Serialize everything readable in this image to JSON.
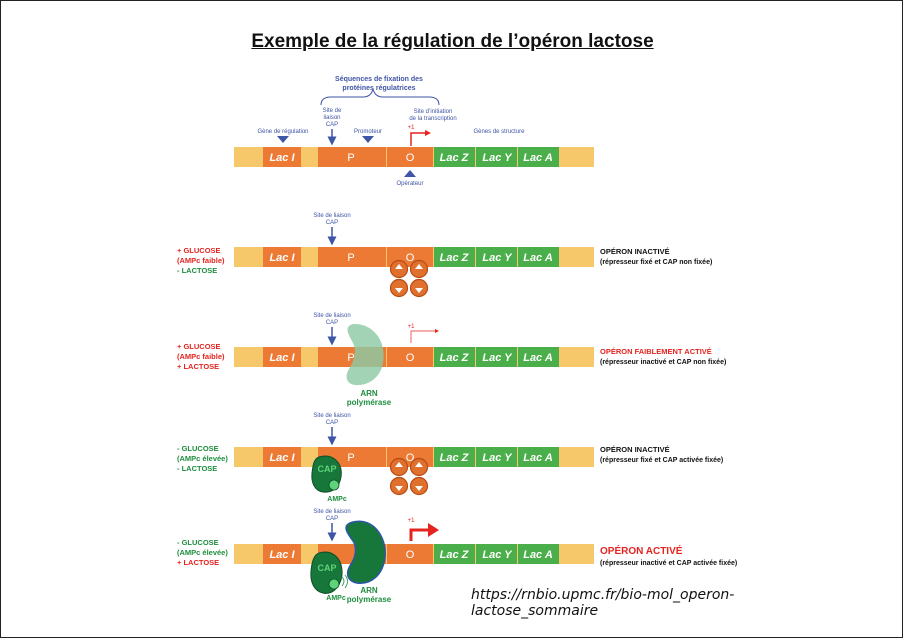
{
  "title": "Exemple de la régulation de l’opéron lactose",
  "source": "https://rnbio.upmc.fr/bio-mol_operon-lactose_sommaire",
  "colors": {
    "strand": "#f6c86a",
    "orange_gene": "#ec7a34",
    "green_gene": "#4aaf4a",
    "blue_label": "#3f55a5",
    "red": "#e52420",
    "green_text": "#1e8e3e",
    "cap_green": "#17773a",
    "polymerase_light": "#8cc9a4",
    "repressor": "#e0702e"
  },
  "header": {
    "sequences_line1": "Séquences de fixation des",
    "sequences_line2": "protéines régulatrices",
    "cap_site_line1": "Site de",
    "cap_site_line2": "liaison",
    "cap_site_line3": "CAP",
    "gene_regulation": "Gène de régulation",
    "promoteur": "Promoteur",
    "initiation_line1": "Site d’initiation",
    "initiation_line2": "de la transcription",
    "plus1": "+1",
    "genes_structure": "Gènes de structure",
    "operateur": "Opérateur"
  },
  "genes": {
    "laci": "Lac I",
    "p": "P",
    "o": "O",
    "lacz": "Lac Z",
    "lacy": "Lac Y",
    "laca": "Lac A"
  },
  "cap_site_label_line1": "Site de liaison",
  "cap_site_label_line2": "CAP",
  "rows": [
    {
      "cond1": "+ GLUCOSE",
      "cond2": "(AMPc faible)",
      "cond3": "- LACTOSE",
      "state": "OPÉRON INACTIVÉ",
      "detail": "(répresseur fixé et CAP non fixée)"
    },
    {
      "cond1": "+ GLUCOSE",
      "cond2": "(AMPc faible)",
      "cond3": "+ LACTOSE",
      "state": "OPÉRON FAIBLEMENT ACTIVÉ",
      "detail": "(répresseur inactivé et CAP non fixée)",
      "polymerase": "ARN",
      "polymerase2": "polymérase",
      "plus1": "+1"
    },
    {
      "cond1": "- GLUCOSE",
      "cond2": "(AMPc élevée)",
      "cond3": "- LACTOSE",
      "state": "OPÉRON INACTIVÉ",
      "detail": "(répresseur fixé et CAP activée fixée)",
      "cap": "CAP",
      "ampc": "AMPc"
    },
    {
      "cond1": "- GLUCOSE",
      "cond2": "(AMPc élevée)",
      "cond3": "+ LACTOSE",
      "state": "OPÉRON ACTIVÉ",
      "detail": "(répresseur inactivé et CAP activée fixée)",
      "cap": "CAP",
      "ampc": "AMPc",
      "polymerase": "ARN",
      "polymerase2": "polymérase",
      "plus1": "+1"
    }
  ]
}
